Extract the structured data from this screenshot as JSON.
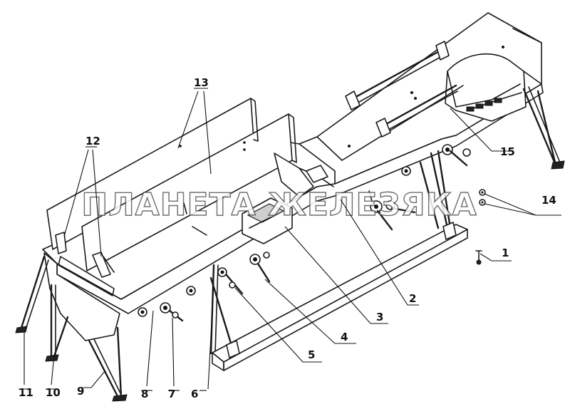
{
  "watermark": "ПЛАНЕТА ЖЕЛЕЗЯКА",
  "callouts": {
    "c1": "1",
    "c2": "2",
    "c3": "3",
    "c4": "4",
    "c5": "5",
    "c6": "6",
    "c7": "7",
    "c8": "8",
    "c9": "9",
    "c10": "10",
    "c11": "11",
    "c12": "12",
    "c13": "13",
    "c14": "14",
    "c15": "15"
  }
}
